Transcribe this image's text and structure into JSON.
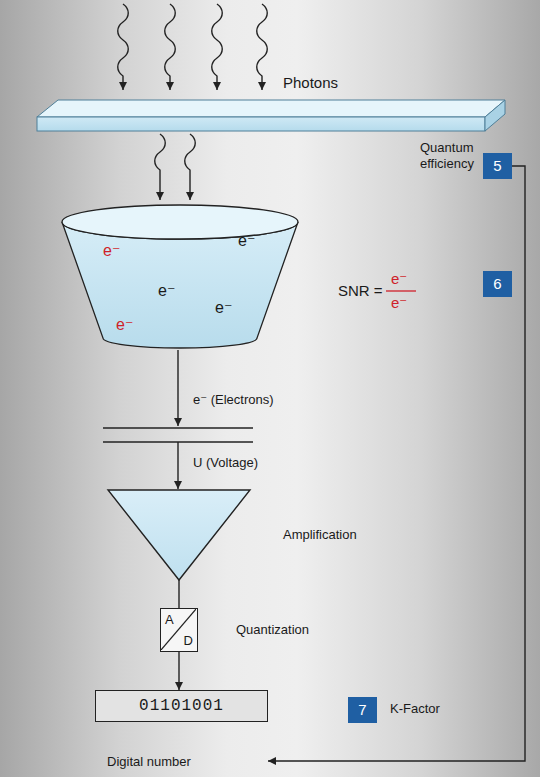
{
  "diagram": {
    "nodes": [
      {
        "text": [
          "5"
        ]
      },
      {
        "text": [
          "e⁻",
          "e⁻",
          "e⁻",
          "e⁻",
          "e⁻"
        ]
      },
      {
        "text": [
          "6"
        ]
      },
      {
        "text": [
          "A",
          "D"
        ]
      },
      {
        "text": [
          "01101001",
          "Digital number"
        ]
      },
      {
        "text": [
          "7"
        ]
      }
    ],
    "edges": [
      {
        "from": 0,
        "to": 4,
        "arrow": "to"
      },
      {
        "from": 3,
        "to": 4,
        "arrow": "to"
      }
    ],
    "labels": [
      "Photons",
      "Quantum efficiency",
      "SNR =",
      "e⁻",
      "e⁻",
      "e⁻ (Electrons)",
      "U (Voltage)",
      "Amplification",
      "Quantization",
      "K-Factor"
    ]
  }
}
